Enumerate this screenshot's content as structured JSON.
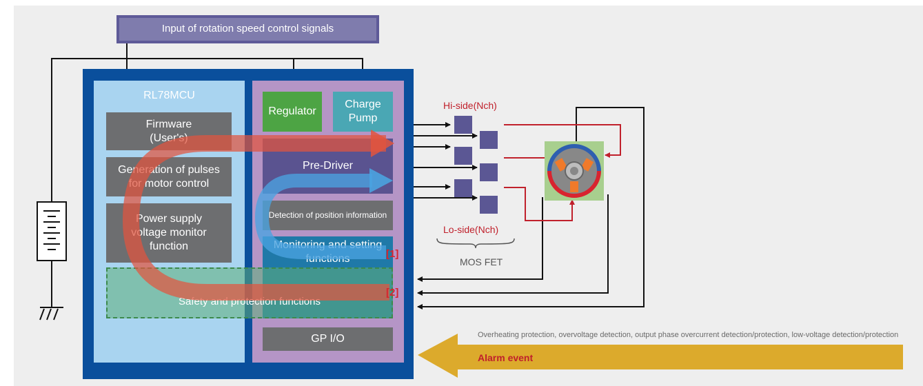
{
  "diagram": {
    "input_signals": "Input of rotation speed control signals",
    "mcu_title": "RL78MCU",
    "firmware": "Firmware\n(User's)",
    "pulse_generation": "Generation of pulses\nfor motor control",
    "power_monitor": "Power supply\nvoltage monitor\nfunction",
    "safety": "Safety and protection functions",
    "regulator": "Regulator",
    "charge_pump": "Charge\nPump",
    "pre_driver": "Pre-Driver",
    "position_detection": "Detection of position information",
    "monitoring": "Monitoring and setting\nfunctions",
    "gpio": "GP I/O",
    "marker_1": "[1]",
    "marker_2": "[2]",
    "hi_side": "Hi-side(Nch)",
    "lo_side": "Lo-side(Nch)",
    "mos_fet": "MOS FET",
    "protection_list": "Overheating protection, overvoltage detection, output phase overcurrent detection/protection, low-voltage detection/protection",
    "alarm_event": "Alarm event"
  },
  "colors": {
    "mcu_frame": "#0a4f9c",
    "mcu_panel": "#a9d4f0",
    "module_panel": "#b595c6",
    "block_gray": "#6d6e70",
    "regulator": "#4da444",
    "charge_pump": "#4aa7b4",
    "pre_driver": "#5a5390",
    "monitoring": "#1f79a8",
    "safety_fill": "#5fae7a",
    "fet": "#5b5794",
    "red_line": "#c0202b",
    "alarm_arrow": "#dcaa2c",
    "flow_red": "#e2553e",
    "flow_blue": "#4aa3e0"
  }
}
